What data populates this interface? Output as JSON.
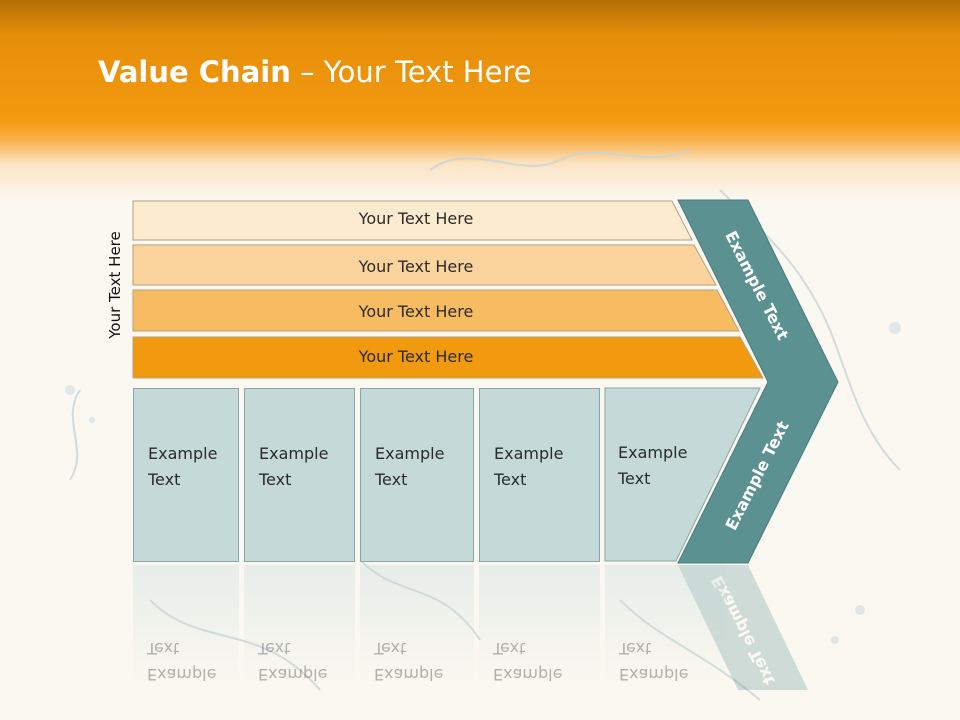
{
  "title": {
    "bold": "Value Chain",
    "rest": " – Your Text Here"
  },
  "side_label": "Your Text Here",
  "bars": [
    {
      "label": "Your Text Here",
      "color": "#fdebcf"
    },
    {
      "label": "Your Text Here",
      "color": "#fbd49d"
    },
    {
      "label": "Your Text Here",
      "color": "#f7bc61"
    },
    {
      "label": "Your Text Here",
      "color": "#f29a0f"
    }
  ],
  "arrow": {
    "top_label": "Example Text",
    "bottom_label": "Example Text",
    "color": "#5b9191"
  },
  "boxes": [
    {
      "label": "Example\nText"
    },
    {
      "label": "Example\nText"
    },
    {
      "label": "Example\nText"
    },
    {
      "label": "Example\nText"
    },
    {
      "label": "Example\nText"
    }
  ],
  "colors": {
    "header": "#f49a10",
    "box_fill": "#c5d9d9",
    "box_border": "#8aa6a6"
  }
}
